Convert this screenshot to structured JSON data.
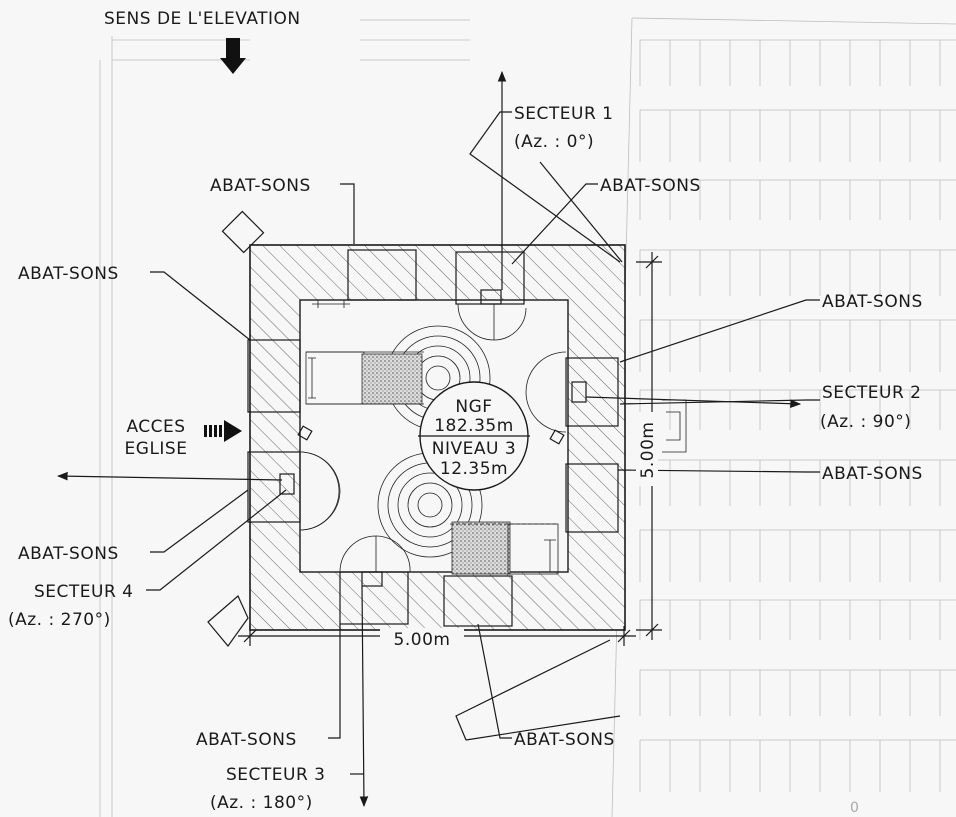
{
  "elevation_label": "SENS DE L'ELEVATION",
  "center": {
    "ngf_label": "NGF",
    "ngf_value": "182.35m",
    "level_label": "NIVEAU 3",
    "level_value": "12.35m"
  },
  "abat_sons_label": "ABAT-SONS",
  "access_label_1": "ACCES",
  "access_label_2": "EGLISE",
  "sectors": [
    {
      "name": "SECTEUR 1",
      "azimuth": "(Az. : 0°)"
    },
    {
      "name": "SECTEUR 2",
      "azimuth": "(Az. : 90°)"
    },
    {
      "name": "SECTEUR 3",
      "azimuth": "(Az. : 180°)"
    },
    {
      "name": "SECTEUR 4",
      "azimuth": "(Az. : 270°)"
    }
  ],
  "dimensions": {
    "width": "5.00m",
    "height": "5.00m"
  },
  "extra_mark": "0"
}
